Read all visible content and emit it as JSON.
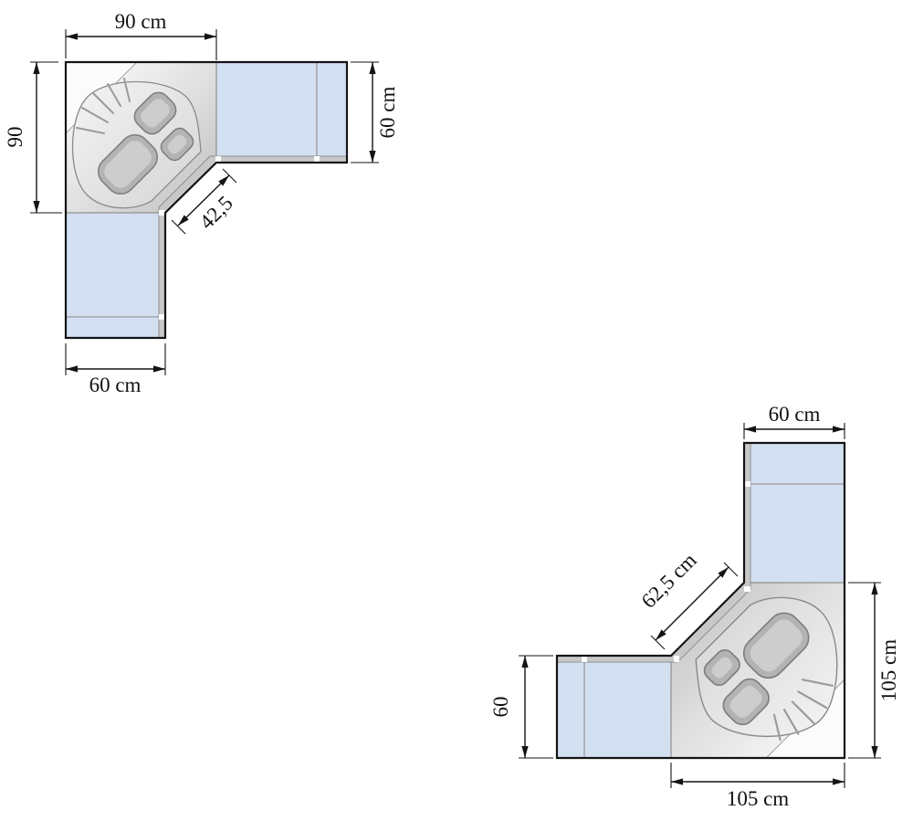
{
  "colors": {
    "counter_blue": "#d3e0f2",
    "edge_band_gray": "#c8c8c8",
    "cabinet_gray_light": "#ffffff",
    "cabinet_gray_dark": "#bdbdbd",
    "outline_black": "#141414",
    "dimension_text": "#111111"
  },
  "diagrams": {
    "top_left": {
      "dim_top": "90 cm",
      "dim_left": "90",
      "dim_right": "60 cm",
      "dim_diagonal": "42,5",
      "dim_bottom": "60 cm"
    },
    "bottom_right": {
      "dim_top": "60 cm",
      "dim_right": "105 cm",
      "dim_diagonal": "62,5 cm",
      "dim_left": "60",
      "dim_bottom": "105 cm"
    }
  }
}
